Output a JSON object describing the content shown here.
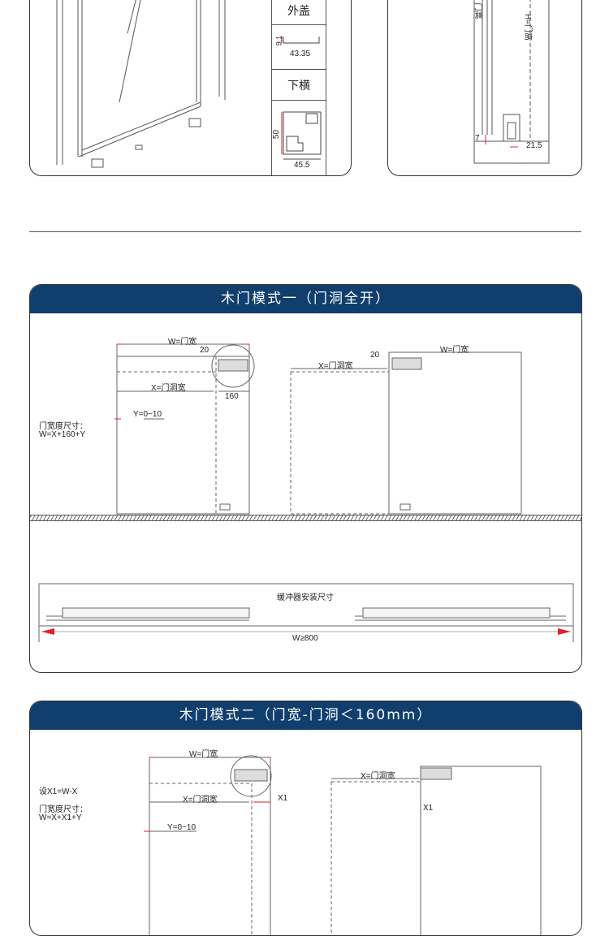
{
  "top_left_table": {
    "cover_label": "外盖",
    "cover_height": "9.1",
    "cover_width": "43.35",
    "bottom_rail_label": "下横",
    "rail_height": "50",
    "rail_width": "45.5"
  },
  "top_right_section": {
    "door_height_label": "门高",
    "height_formula": "H=门高",
    "gap": "7",
    "offset": "21.5"
  },
  "mode1": {
    "title": "木门模式一（门洞全开）",
    "left": {
      "w_label": "W=门宽",
      "gap_20": "20",
      "x_label": "X=门洞宽",
      "dim_160": "160",
      "y_label": "Y=0~10",
      "formula_title": "门宽度尺寸：",
      "formula": "W=X+160+Y"
    },
    "right": {
      "w_label": "W=门宽",
      "gap_20": "20",
      "x_label": "X=门洞宽"
    },
    "buffer": {
      "label": "缓冲器安装尺寸",
      "min_width": "W≥800"
    }
  },
  "mode2": {
    "title": "木门模式二（门宽-门洞＜160mm）",
    "left": {
      "w_label": "W=门宽",
      "x_label": "X=门洞宽",
      "x1_label": "X1",
      "y_label": "Y=0~10",
      "set_formula": "设X1=W-X",
      "formula_title": "门宽度尺寸：",
      "formula": "W=X+X1+Y"
    },
    "right": {
      "x_label": "X=门洞宽",
      "x1_label": "X1"
    }
  },
  "colors": {
    "header": "#103f6e",
    "dimension_red": "#e0202a"
  }
}
